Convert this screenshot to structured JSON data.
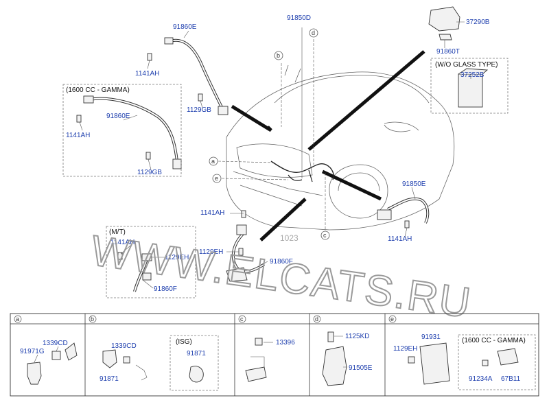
{
  "labels": {
    "p91860E_top": "91860E",
    "p1141AH_top": "1141AH",
    "p1129GB_top": "1129GB",
    "p91850D": "91850D",
    "p37290B": "37290B",
    "p91860T": "91860T",
    "p37252B": "37252B",
    "p91860E_box": "91860E",
    "p1141AH_box": "1141AH",
    "p1129GB_box": "1129GB",
    "p1141AH_mid": "1141AH",
    "p1129EH_mid": "1129EH",
    "p91860F_mid": "91860F",
    "p91850E": "91850E",
    "p1141AH_right": "1141AH",
    "p1141AH_mt": "1141AH",
    "p1129EH_mt": "1129EH",
    "p91860F_mt": "91860F"
  },
  "boxes": {
    "gamma_top": "(1600 CC - GAMMA)",
    "wo_glass": "(W/O GLASS TYPE)",
    "mt": "(M/T)"
  },
  "callouts": {
    "a": "a",
    "b": "b",
    "c": "c",
    "d": "d",
    "e": "e"
  },
  "watermark": "WWW.ELCATS.RU",
  "stamp": "1023",
  "detail_panels": [
    {
      "key": "a",
      "parts": [
        "1339CD",
        "91971G"
      ]
    },
    {
      "key": "b",
      "parts": [
        "1339CD",
        "91871"
      ],
      "sub_title": "(ISG)",
      "sub_parts": [
        "91871"
      ]
    },
    {
      "key": "c",
      "parts": [
        "13396"
      ]
    },
    {
      "key": "d",
      "parts": [
        "1125KD",
        "91505E"
      ]
    },
    {
      "key": "e",
      "parts": [
        "1129EH",
        "91931"
      ],
      "sub_title": "(1600 CC - GAMMA)",
      "sub_parts": [
        "91234A",
        "67B11"
      ]
    }
  ],
  "colors": {
    "part_label": "#1e3fae",
    "line": "#333333",
    "watermark": "#9a9a9a"
  }
}
